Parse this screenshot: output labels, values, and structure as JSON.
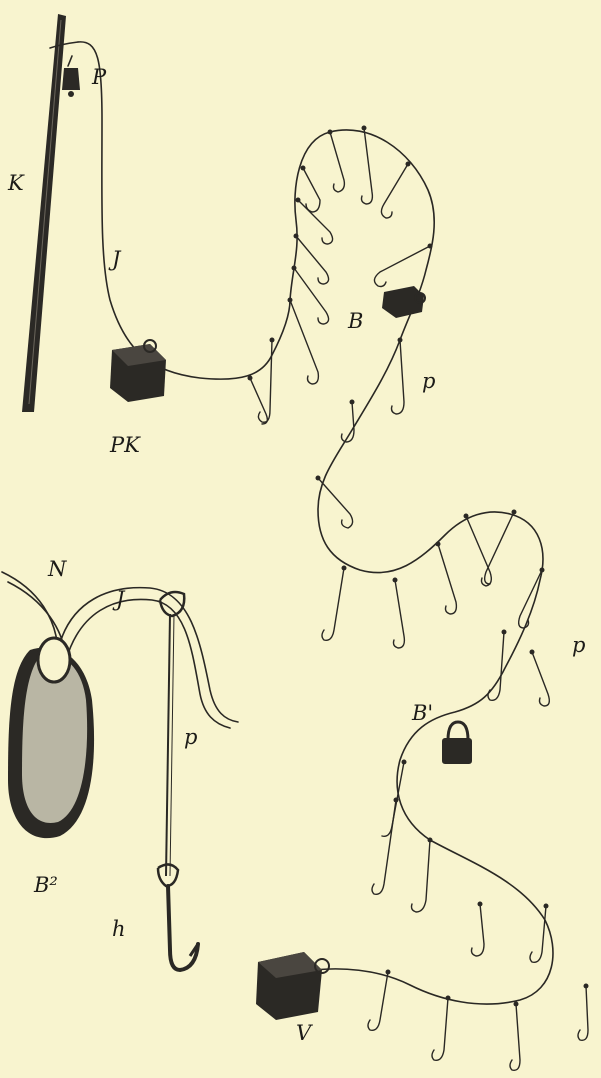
{
  "labels": {
    "P": "P",
    "K": "K",
    "J_top": "J",
    "B": "B",
    "p_upper": "p",
    "PK": "PK",
    "N": "N",
    "J_detail": "J",
    "p_detail": "p",
    "B_prime": "B'",
    "p_right": "p",
    "B2": "B²",
    "h": "h",
    "V": "V"
  },
  "colors": {
    "paper": "#f8f4cf",
    "ink": "#2a2824",
    "weight_dark": "#2b2925",
    "weight_detail_fill": "#b9b6a4"
  }
}
